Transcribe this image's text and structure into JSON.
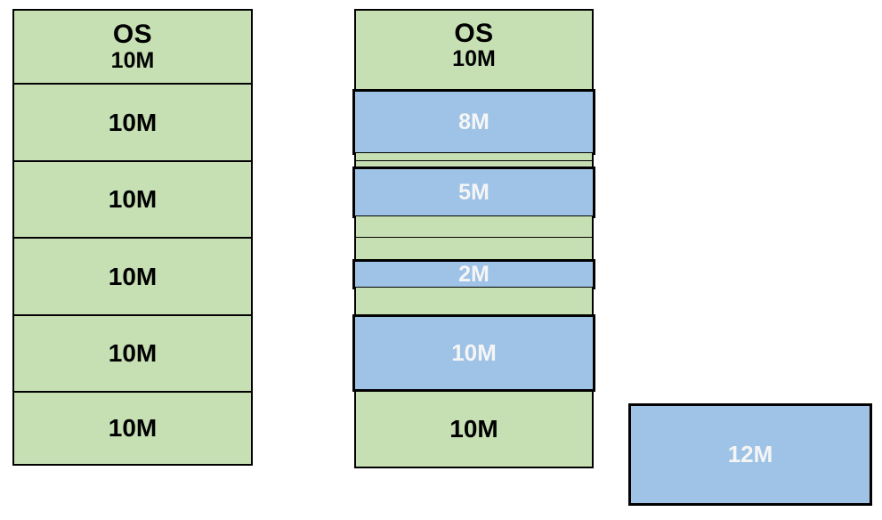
{
  "colors": {
    "free_block": "#c6e0b4",
    "process_block": "#9ec3e6",
    "border": "#000000",
    "text_dark": "#000000",
    "text_light": "#f5f5f5"
  },
  "left_column": {
    "os_title": "OS",
    "os_size": "10M",
    "partitions": [
      "10M",
      "10M",
      "10M",
      "10M",
      "10M"
    ]
  },
  "middle_column": {
    "os_title": "OS",
    "os_size": "10M",
    "process_8m": "8M",
    "process_5m": "5M",
    "process_2m": "2M",
    "process_10m": "10M",
    "free_bottom": "10M"
  },
  "waiting_process": {
    "label": "12M"
  }
}
